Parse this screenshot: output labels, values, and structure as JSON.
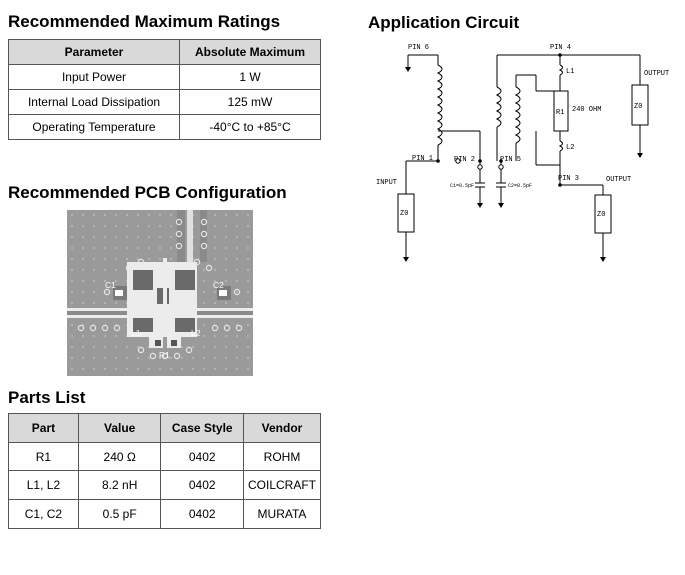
{
  "ratings": {
    "title": "Recommended Maximum Ratings",
    "headers": [
      "Parameter",
      "Absolute Maximum"
    ],
    "rows": [
      [
        "Input Power",
        "1 W"
      ],
      [
        "Internal Load Dissipation",
        "125 mW"
      ],
      [
        "Operating Temperature",
        "-40°C to +85°C"
      ]
    ]
  },
  "pcb": {
    "title": "Recommended PCB Configuration",
    "labels": {
      "c1": "C1",
      "c2": "C2",
      "l1": "L1",
      "l2": "L2",
      "r1": "R1"
    }
  },
  "parts": {
    "title": "Parts List",
    "headers": [
      "Part",
      "Value",
      "Case Style",
      "Vendor"
    ],
    "rows": [
      [
        "R1",
        "240 Ω",
        "0402",
        "ROHM"
      ],
      [
        "L1, L2",
        "8.2 nH",
        "0402",
        "COILCRAFT"
      ],
      [
        "C1, C2",
        "0.5 pF",
        "0402",
        "MURATA"
      ]
    ]
  },
  "circuit": {
    "title": "Application Circuit",
    "pin6": "PIN 6",
    "pin4": "PIN 4",
    "pin1": "PIN 1",
    "pin2": "PIN 2",
    "pin5": "PIN 5",
    "pin3": "PIN 3",
    "output_top": "OUTPUT",
    "output_bottom": "OUTPUT",
    "input": "INPUT",
    "z0": "Z0",
    "l1": "L1",
    "l2": "L2",
    "r1": "R1",
    "r1_value": "240 OHM",
    "c1": "C1=0.5pF",
    "c2": "C2=0.5pF"
  }
}
